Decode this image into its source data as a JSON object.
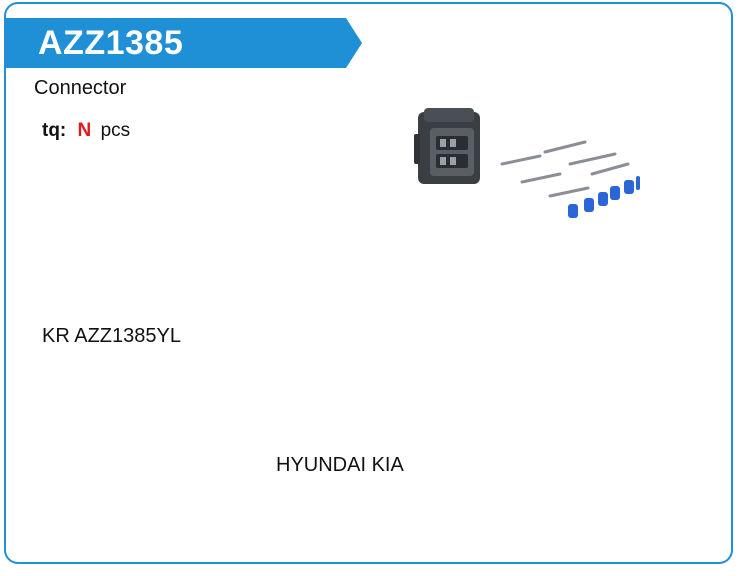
{
  "header": {
    "part_number": "AZZ1385",
    "accent_color": "#1f8fd6"
  },
  "product": {
    "category": "Connector",
    "quantity": {
      "label": "tq:",
      "value": "N",
      "unit": "pcs",
      "value_color": "#e0191b"
    },
    "reference": "KR AZZ1385YL",
    "brand": "HYUNDAI KIA",
    "image_icon": "connector-kit-photo"
  }
}
